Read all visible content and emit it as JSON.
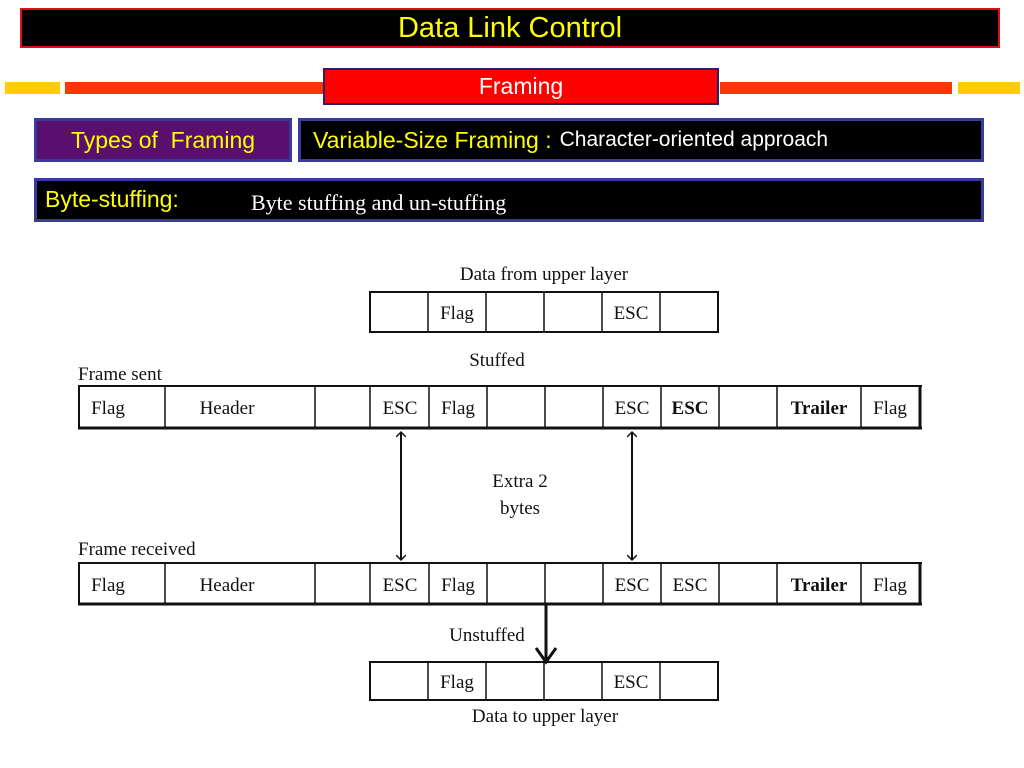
{
  "header": {
    "title": "Data Link Control",
    "subtitle": "Framing"
  },
  "info": {
    "types_label": "Types of  Framing",
    "variable_label": "Variable-Size Framing :",
    "variable_value": "Character-oriented approach",
    "byte_label": "Byte-stuffing:",
    "byte_value": "Byte stuffing and un-stuffing"
  },
  "diagram": {
    "data_from_upper": "Data from upper layer",
    "stuffed": "Stuffed",
    "frame_sent": "Frame sent",
    "extra_line1": "Extra 2",
    "extra_line2": "bytes",
    "frame_received": "Frame received",
    "unstuffed": "Unstuffed",
    "data_to_upper": "Data to upper layer",
    "top_cells": [
      "",
      "Flag",
      "",
      "",
      "ESC",
      ""
    ],
    "frame_cells": [
      "Flag",
      "Header",
      "",
      "ESC",
      "Flag",
      "",
      "",
      "ESC",
      "ESC",
      "",
      "Trailer",
      "Flag"
    ],
    "bottom_cells": [
      "",
      "Flag",
      "",
      "",
      "ESC",
      ""
    ]
  },
  "colors": {
    "title_text": "#ffff00",
    "accent_red": "#ff0000",
    "accent_purple": "#5a0f6e",
    "stripe_yellow": "#ffcc00"
  }
}
